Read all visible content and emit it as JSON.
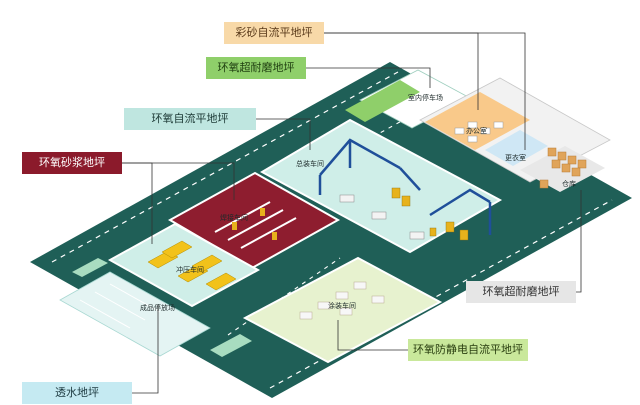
{
  "callouts": {
    "color_sand_self_leveling": "彩砂自流平地坪",
    "epoxy_wear_resistant_top": "环氧超耐磨地坪",
    "epoxy_self_leveling": "环氧自流平地坪",
    "epoxy_mortar": "环氧砂浆地坪",
    "epoxy_wear_resistant_right": "环氧超耐磨地坪",
    "epoxy_antistatic_self_leveling": "环氧防静电自流平地坪",
    "permeable": "透水地坪"
  },
  "zones": {
    "indoor_parking": "室内停车场",
    "office": "办公室",
    "locker_room": "更衣室",
    "warehouse": "仓库",
    "assembly": "总装车间",
    "welding": "焊接车间",
    "stamping": "冲压车间",
    "finished_parking": "成品停放场",
    "painting": "涂装车间"
  },
  "colors": {
    "orange_callout": "#f8d9a8",
    "green_callout": "#8fcf6a",
    "teal_callout": "#bfe6e0",
    "red_callout": "#8b1a2b",
    "gray_callout": "#e6e6e6",
    "lime_callout": "#c9e89b",
    "cyan_callout": "#c5eaf2",
    "road": "#1f5f57",
    "workshop_floor": "#cfeee8",
    "welding_floor": "#8e1d2f",
    "painting_floor": "#e7f2cf",
    "office_floor": "#f9c98a"
  }
}
